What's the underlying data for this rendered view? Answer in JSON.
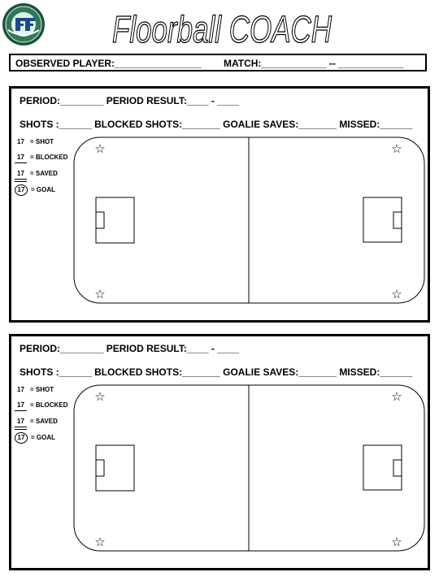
{
  "header": {
    "title": "Floorball COACH",
    "logo_icon": "floorball-federation-logo"
  },
  "player_box": {
    "observed_player": "OBSERVED PLAYER:________________",
    "match": "MATCH:____________ -- ____________"
  },
  "periods": [
    {
      "period": "PERIOD:________",
      "result": "PERIOD RESULT:____ - ____",
      "shots": "SHOTS :______",
      "blocked": "BLOCKED SHOTS:_______",
      "saves": "GOALIE SAVES:_______",
      "missed": "MISSED:______"
    },
    {
      "period": "PERIOD:________",
      "result": "PERIOD RESULT:____ - ____",
      "shots": "SHOTS :______",
      "blocked": "BLOCKED SHOTS:_______",
      "saves": "GOALIE SAVES:_______",
      "missed": "MISSED:______"
    }
  ],
  "legend": {
    "number": "17",
    "shot": "= SHOT",
    "blocked": "= BLOCKED",
    "saved": "= SAVED",
    "goal": "= GOAL"
  },
  "rink": {
    "corner_icon": "star-icon"
  }
}
